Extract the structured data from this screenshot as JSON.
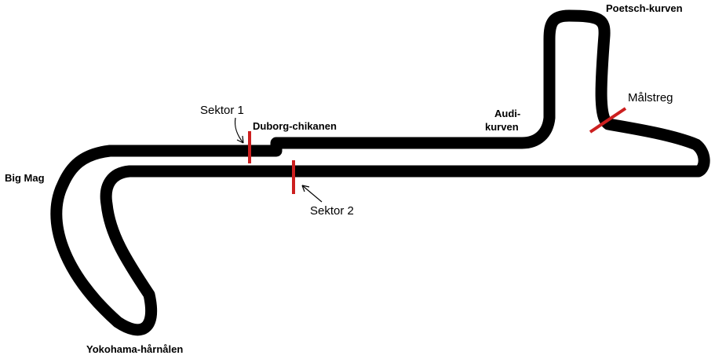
{
  "colors": {
    "track": "#000000",
    "track_inner": "#ffffff",
    "alt_track": "#8a8a8a",
    "marker": "#cc1f1f",
    "background": "#ffffff"
  },
  "labels": {
    "poetsch": "Poetsch-kurven",
    "malstreg": "Målstreg",
    "audi_line1": "Audi-",
    "audi_line2": "kurven",
    "sektor1": "Sektor 1",
    "duborg": "Duborg-chikanen",
    "big_mag": "Big Mag",
    "sektor2": "Sektor 2",
    "yokohama": "Yokohama-hårnålen"
  },
  "markers": [
    "sektor-1-marker",
    "sektor-2-marker",
    "finish-line-marker"
  ]
}
